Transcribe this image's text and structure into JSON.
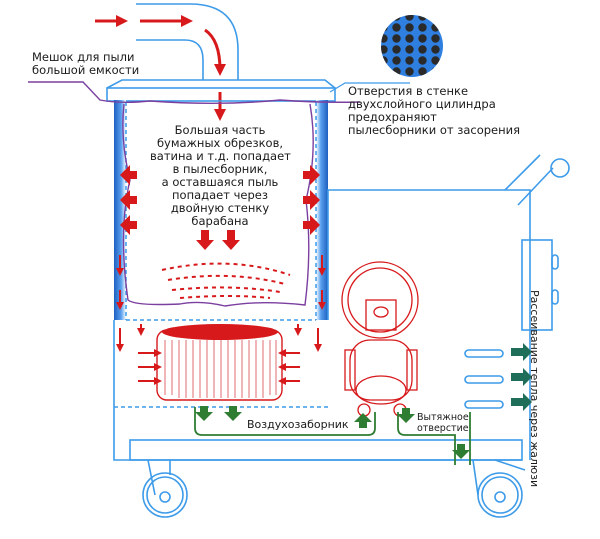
{
  "labels": {
    "dust_bag": [
      "Мешок для пыли",
      "большой емкости"
    ],
    "holes_note": [
      "Отверстия в стенке",
      "двухслойного цилиндра",
      "предохраняют",
      "пылесборники от засорения"
    ],
    "center_text": [
      "Большая часть",
      "бумажных обрезков,",
      "ватина и т.д. попадает",
      "в пылесборник,",
      "а оставшаяся пыль",
      "попадает через",
      "двойную стенку",
      "барабана"
    ],
    "air_intake": "Воздухозаборник",
    "exhaust": [
      "Вытяжное",
      "отверстие"
    ],
    "heat_dissipation": "Рассеивание тепла через жалюзи"
  },
  "colors": {
    "frame_blue": "#3d9be9",
    "airflow_red": "#d7191c",
    "exhaust_green": "#2e7d32",
    "bag_purple": "#7b3fa0",
    "perforation_blue": "#2f7fe0",
    "perforation_dots": "#2a2a2a",
    "louver_teal": "#1f6e5a"
  }
}
